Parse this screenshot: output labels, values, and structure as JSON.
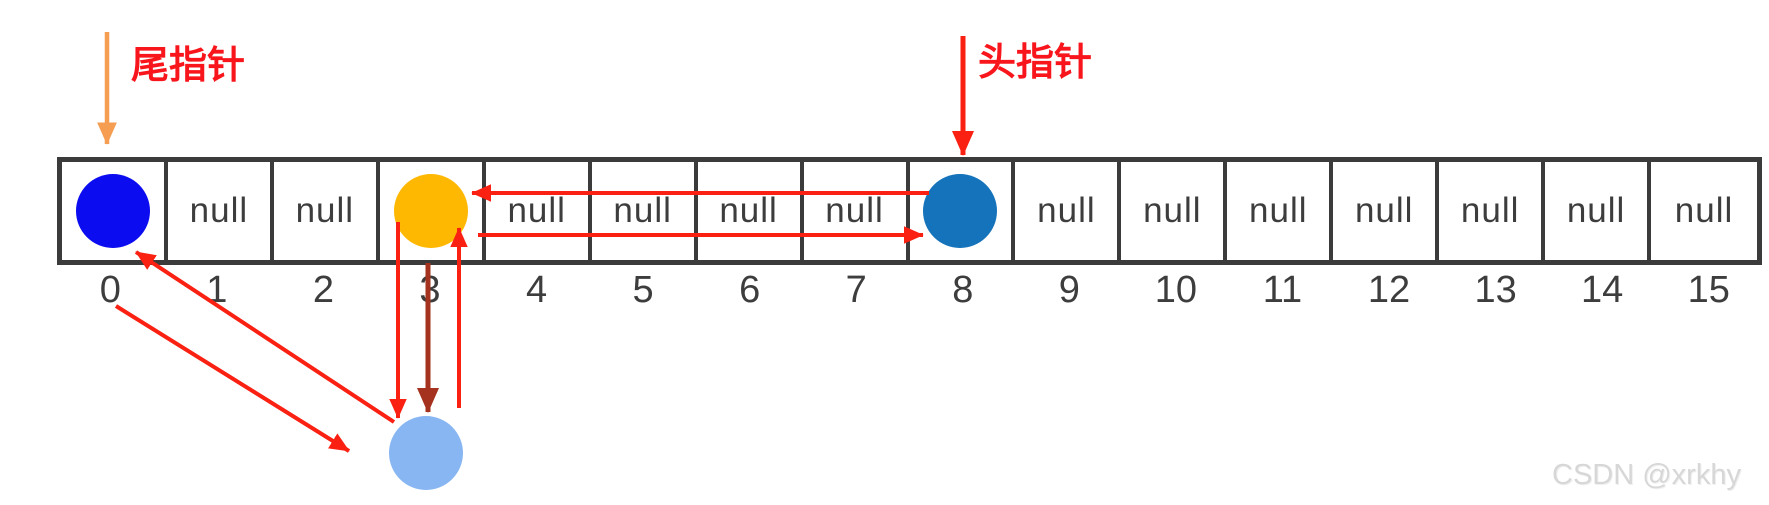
{
  "pointers": {
    "tail": {
      "label": "尾指针",
      "points_to_index": "0",
      "arrow_color": "#f59d51"
    },
    "head": {
      "label": "头指针",
      "points_to_index": "8",
      "arrow_color": "#fa2012"
    }
  },
  "array": {
    "cells": [
      {
        "index": "0",
        "value": "",
        "circle_color": "#0c0cf0"
      },
      {
        "index": "1",
        "value": "null"
      },
      {
        "index": "2",
        "value": "null"
      },
      {
        "index": "3",
        "value": "",
        "circle_color": "#ffb802"
      },
      {
        "index": "4",
        "value": "null"
      },
      {
        "index": "5",
        "value": "null"
      },
      {
        "index": "6",
        "value": "null"
      },
      {
        "index": "7",
        "value": "null"
      },
      {
        "index": "8",
        "value": "",
        "circle_color": "#1473ba"
      },
      {
        "index": "9",
        "value": "null"
      },
      {
        "index": "10",
        "value": "null"
      },
      {
        "index": "11",
        "value": "null"
      },
      {
        "index": "12",
        "value": "null"
      },
      {
        "index": "13",
        "value": "null"
      },
      {
        "index": "14",
        "value": "null"
      },
      {
        "index": "15",
        "value": "null"
      }
    ]
  },
  "detached_node": {
    "circle_color": "#88b6f3"
  },
  "colors": {
    "red_arrow": "#fa2012",
    "dark_red_arrow": "#a5321e",
    "orange_arrow": "#f59d51",
    "border": "#3b3b3b",
    "text": "#3d3d3d",
    "label_red": "#f8161c",
    "watermark_gray": "#d7d7d7"
  },
  "watermark": "CSDN @xrkhy"
}
